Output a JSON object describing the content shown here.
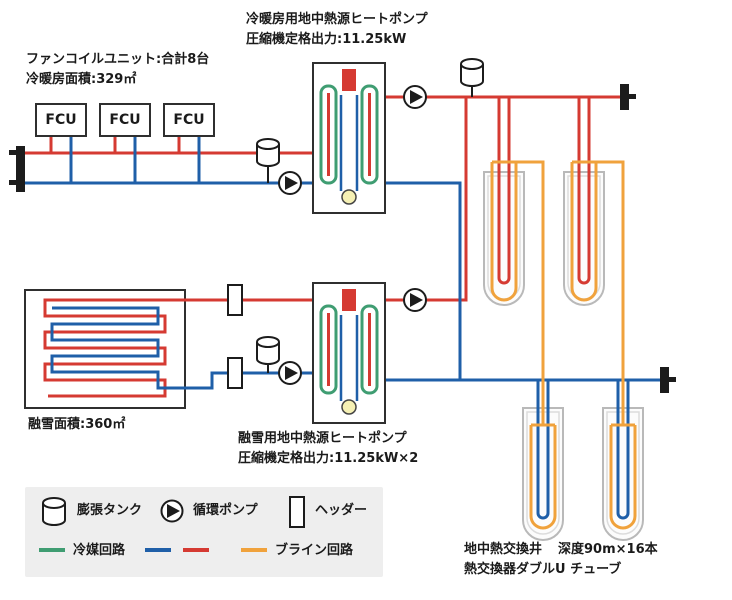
{
  "labels": {
    "hp1": {
      "line1": "冷暖房用地中熱源ヒートポンプ",
      "line2": "圧縮機定格出力:11.25kW"
    },
    "fan_coil": {
      "line1": "ファンコイルユニット:合計8台",
      "line2": "冷暖房面積:329㎡"
    },
    "fcu_unit": "FCU",
    "snow_area": "融雪面積:360㎡",
    "hp2": {
      "line1": "融雪用地中熱源ヒートポンプ",
      "line2": "圧縮機定格出力:11.25kW×2"
    },
    "borehole": {
      "title": "地中熱交換井",
      "depth": "深度90m×16本",
      "line2": "熱交換器ダブルU チューブ"
    }
  },
  "legend": {
    "expansion_tank": "膨張タンク",
    "circulation_pump": "循環ポンプ",
    "header": "ヘッダー",
    "refrigerant_circuit": "冷媒回路",
    "brine_circuit": "ブライン回路"
  },
  "colors": {
    "red": "#d53a32",
    "blue": "#1f5fa8",
    "orange": "#f0a23c",
    "green": "#3f9d72",
    "yellow": "#f5f0b4",
    "dark": "#1c1c1c",
    "legend_bg": "#eeeeee"
  }
}
